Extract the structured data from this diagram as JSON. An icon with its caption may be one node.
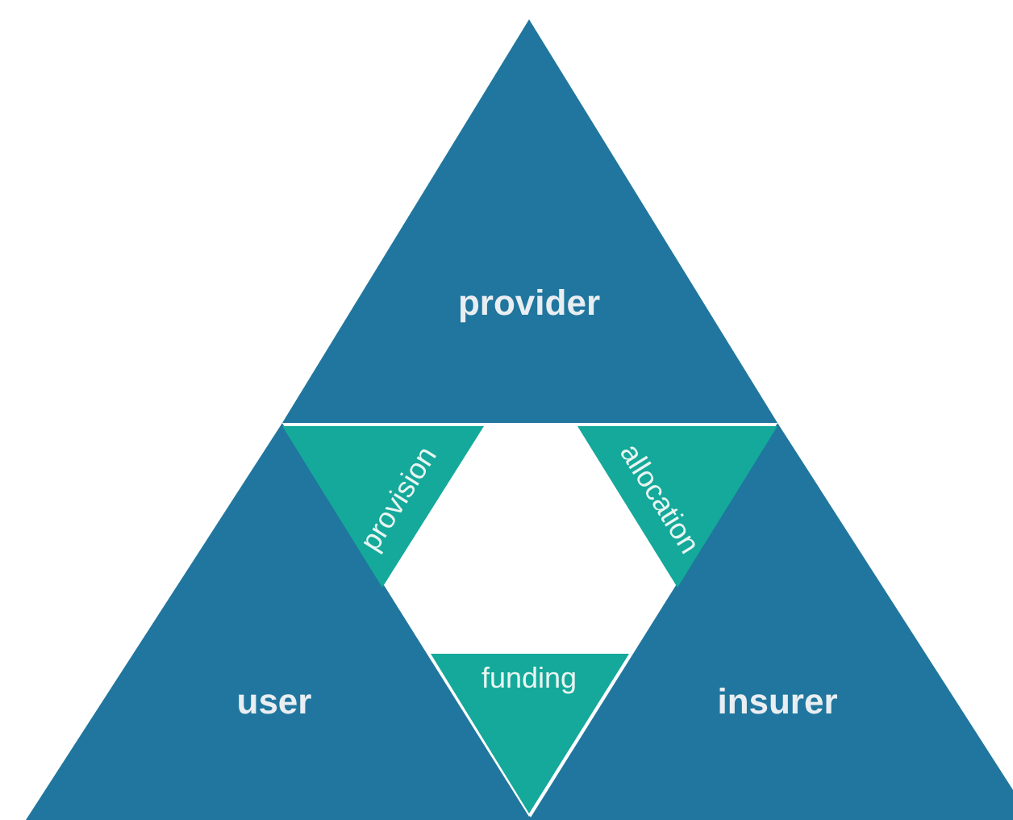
{
  "diagram": {
    "nodes": [
      {
        "text": [
          "provider"
        ]
      },
      {
        "text": [
          "user"
        ]
      },
      {
        "text": [
          "insurer"
        ]
      },
      {
        "text": [
          "provision"
        ]
      },
      {
        "text": [
          "allocation"
        ]
      },
      {
        "text": [
          "funding"
        ]
      }
    ]
  }
}
